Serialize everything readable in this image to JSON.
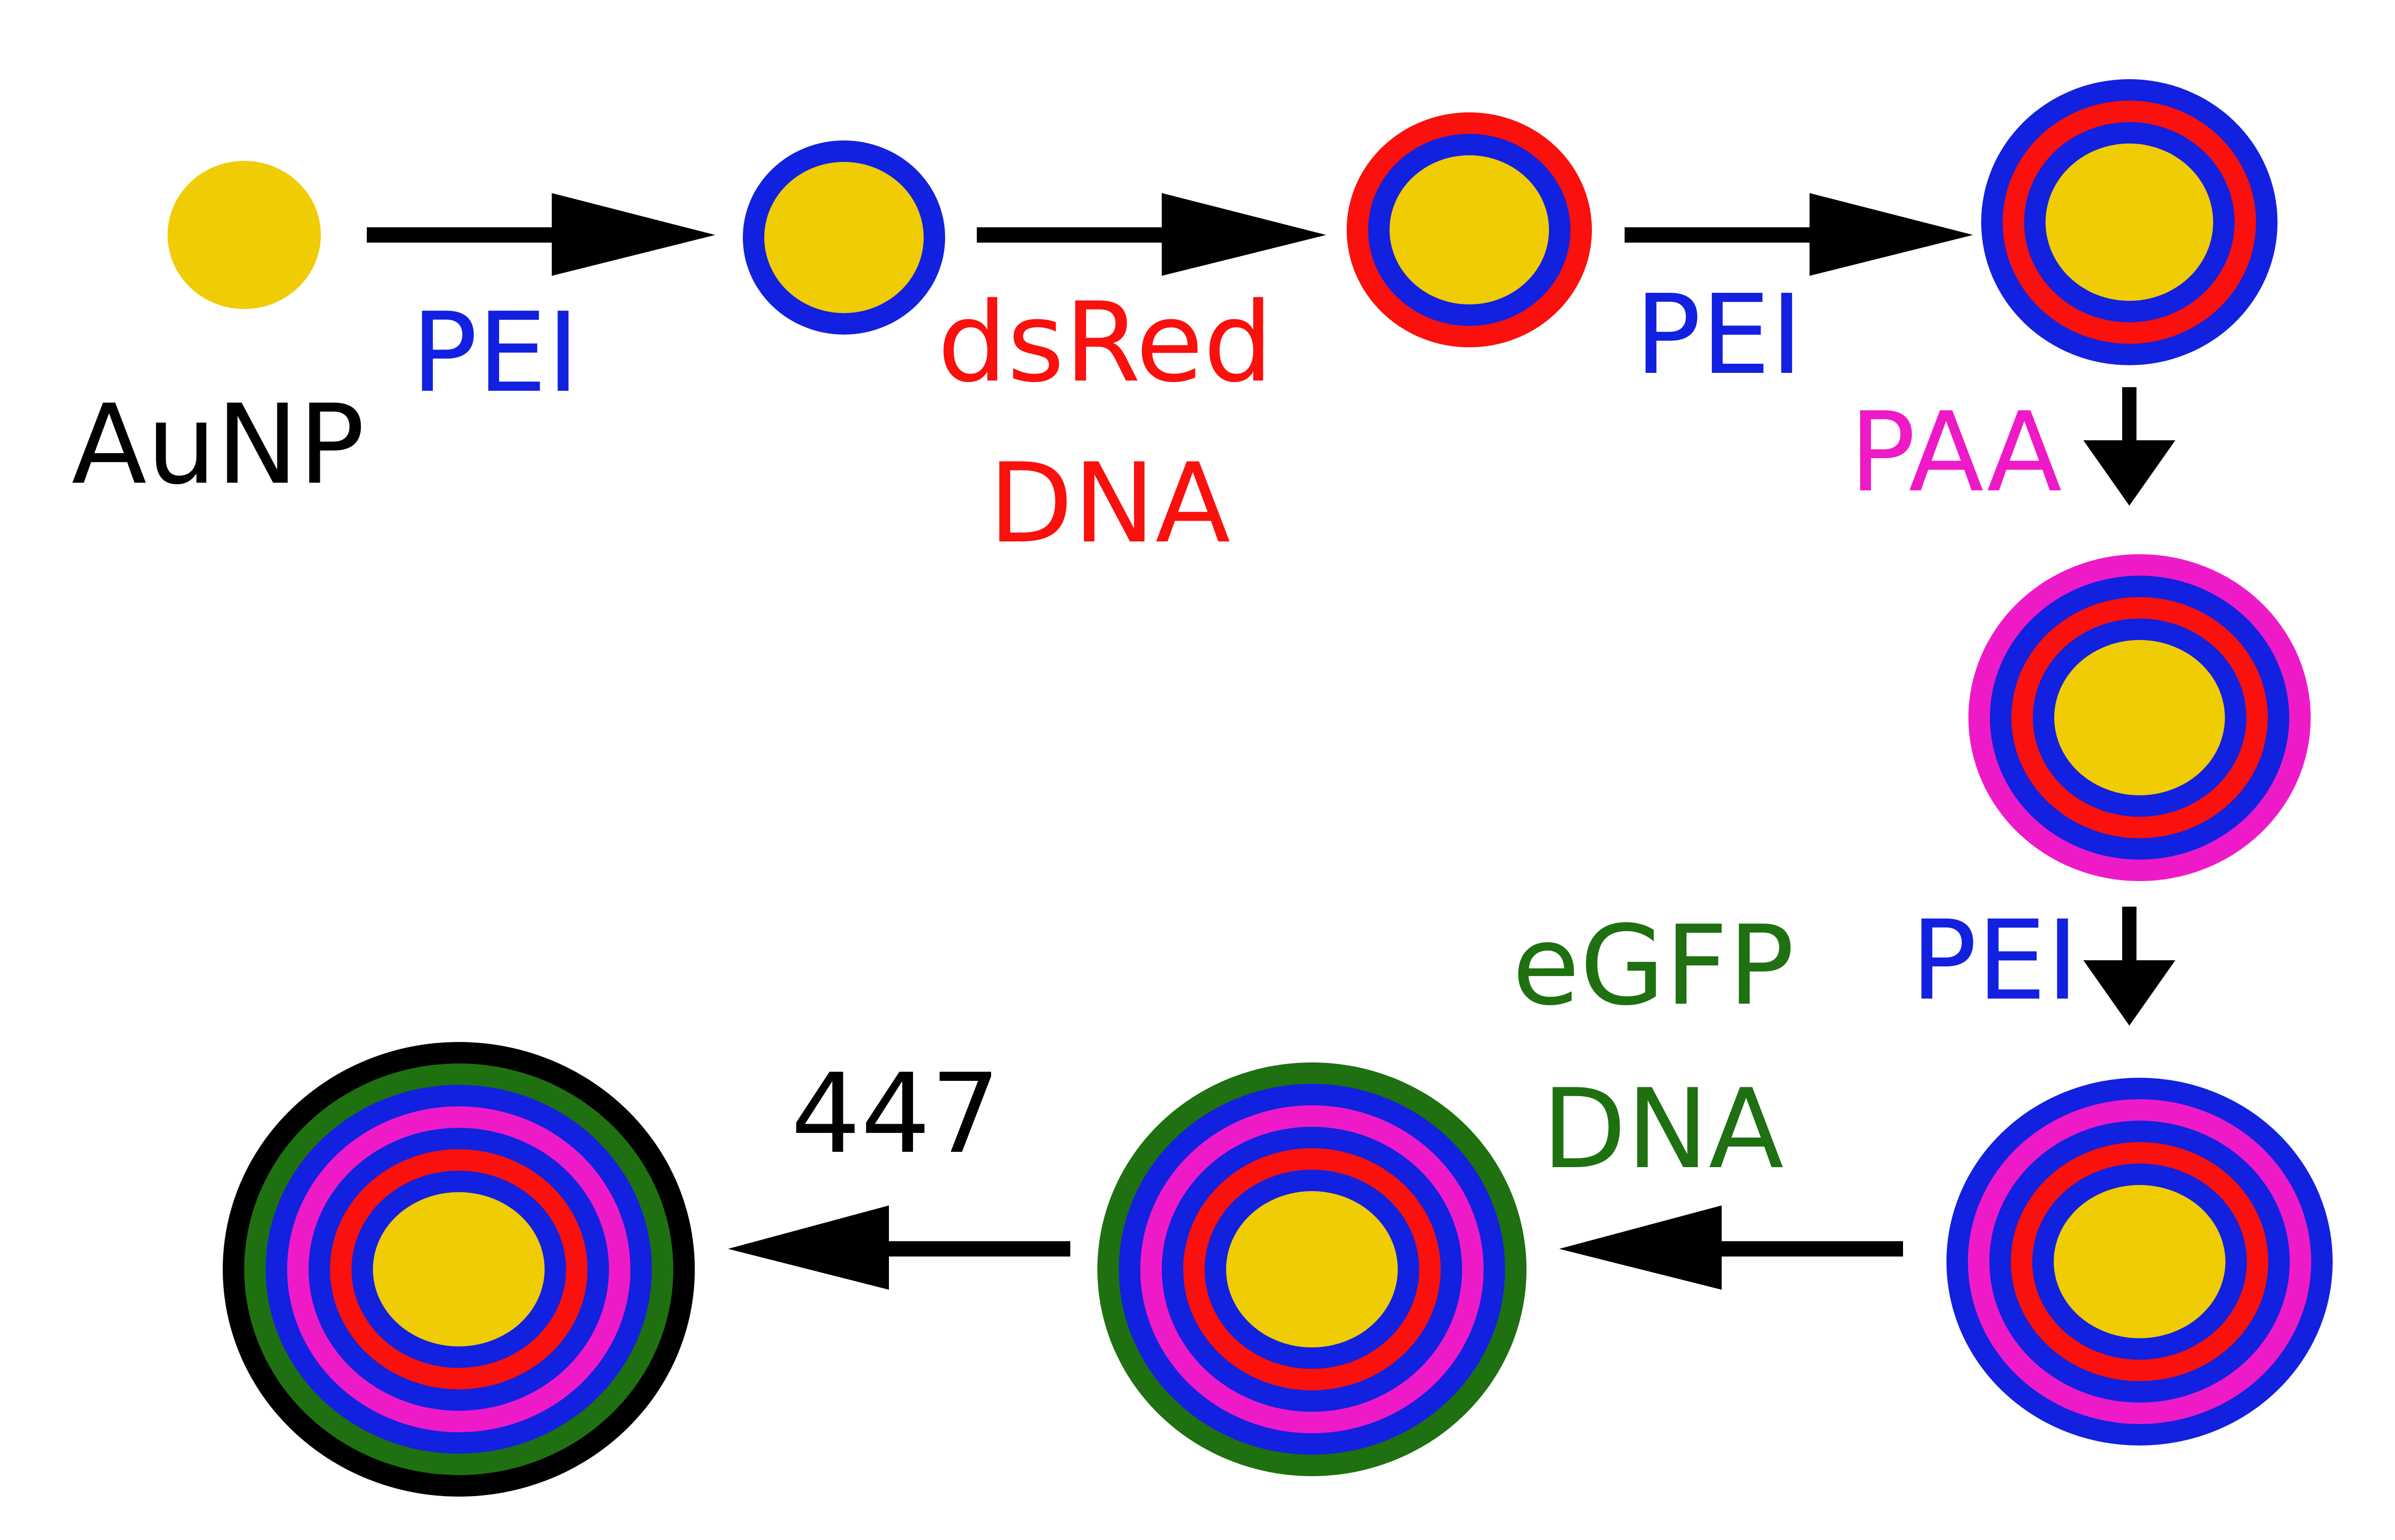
{
  "colors": {
    "gold": "#f0cc05",
    "pei_blue": "#1220e0",
    "dsred_red": "#fa100c",
    "paa_magenta": "#ee1ac8",
    "egfp_green": "#1e7010",
    "black": "#000000"
  },
  "labels": {
    "aunp": "AuNP",
    "pei_1": "PEI",
    "dsred_line1": "dsRed",
    "dsred_line2": "DNA",
    "pei_2": "PEI",
    "paa": "PAA",
    "pei_3": "PEI",
    "egfp_line1": "eGFP",
    "egfp_line2": "DNA",
    "code_447": "447"
  },
  "particles": [
    {
      "name": "particle-aunp",
      "layers": [
        "gold"
      ]
    },
    {
      "name": "particle-pei-1",
      "layers": [
        "pei_blue",
        "gold"
      ]
    },
    {
      "name": "particle-dsred",
      "layers": [
        "dsred_red",
        "pei_blue",
        "gold"
      ]
    },
    {
      "name": "particle-pei-2",
      "layers": [
        "pei_blue",
        "dsred_red",
        "pei_blue",
        "gold"
      ]
    },
    {
      "name": "particle-paa",
      "layers": [
        "paa_magenta",
        "pei_blue",
        "dsred_red",
        "pei_blue",
        "gold"
      ]
    },
    {
      "name": "particle-pei-3",
      "layers": [
        "pei_blue",
        "paa_magenta",
        "pei_blue",
        "dsred_red",
        "pei_blue",
        "gold"
      ]
    },
    {
      "name": "particle-egfp",
      "layers": [
        "egfp_green",
        "pei_blue",
        "paa_magenta",
        "pei_blue",
        "dsred_red",
        "pei_blue",
        "gold"
      ]
    },
    {
      "name": "particle-447",
      "layers": [
        "black",
        "egfp_green",
        "pei_blue",
        "paa_magenta",
        "pei_blue",
        "dsred_red",
        "pei_blue",
        "gold"
      ]
    }
  ]
}
